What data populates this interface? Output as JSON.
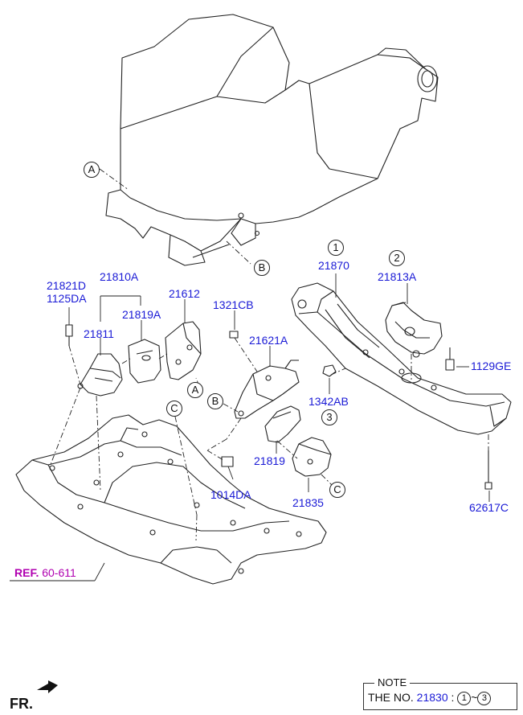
{
  "labels": {
    "p21870": "21870",
    "p21813a": "21813A",
    "p1129ge": "1129GE",
    "p62617c": "62617C",
    "p1342ab": "1342AB",
    "p21810a": "21810A",
    "p21821d": "21821D",
    "p1125da": "1125DA",
    "p21819a": "21819A",
    "p21811": "21811",
    "p21612": "21612",
    "p1321cb": "1321CB",
    "p21621a": "21621A",
    "p21819": "21819",
    "p1014da": "1014DA",
    "p21835": "21835"
  },
  "callouts": {
    "one": "1",
    "two": "2",
    "three": "3",
    "a_top": "A",
    "b_top": "B",
    "a_mid": "A",
    "b_mid": "B",
    "c_left": "C",
    "c_right": "C"
  },
  "ref": {
    "prefix": "REF.",
    "code": "60-611"
  },
  "note": {
    "title": "NOTE",
    "text": "THE NO.",
    "number": "21830",
    "sep": ":",
    "from": "1",
    "tilde": "~",
    "to": "3"
  },
  "direction": {
    "label": "FR."
  },
  "colors": {
    "part_number": "#1a1ad6",
    "ref": "#b000b0",
    "line": "#222222"
  }
}
